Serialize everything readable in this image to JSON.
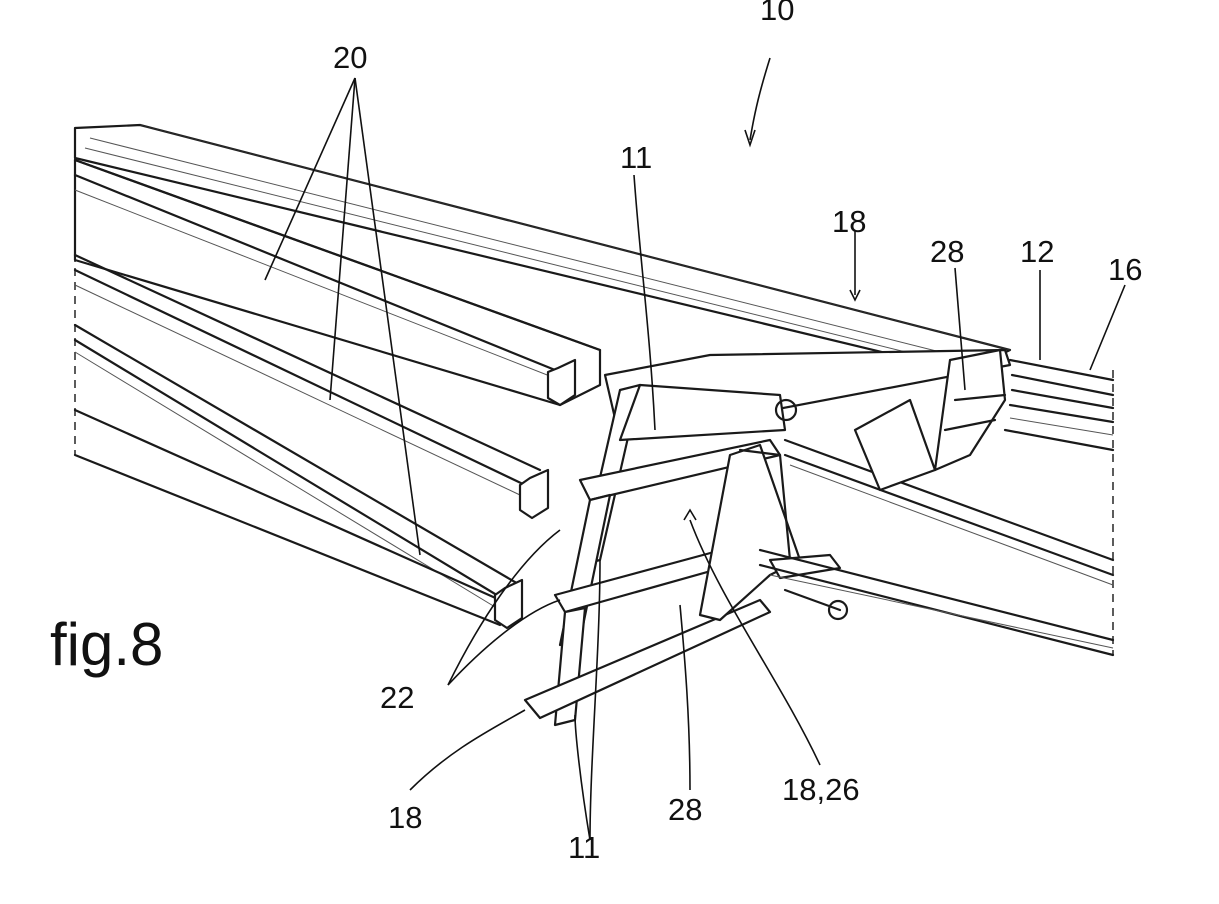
{
  "figure": {
    "label": "fig.8"
  },
  "reference_numerals": {
    "assembly": "10",
    "beams_top": "20",
    "center_beam": "11",
    "upper_rail": "18",
    "right_bracket": "28",
    "floor_beam": "12",
    "panel": "16",
    "ends": "22",
    "bottom_rail": "18",
    "lower_beams": "11",
    "lower_bracket": "28",
    "mid_rail": "18,26"
  },
  "colors": {
    "line": "#1a1a1a",
    "background": "#ffffff"
  }
}
